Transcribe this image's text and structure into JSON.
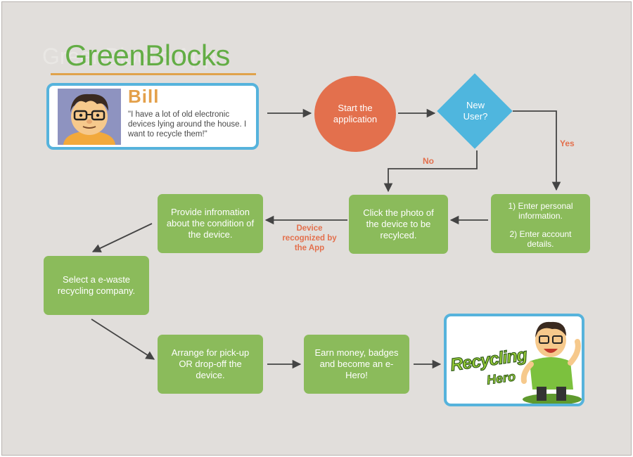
{
  "app": {
    "title": "GreenBlocks",
    "faded_title": "GreenBlocks App"
  },
  "persona": {
    "name": "Bill",
    "quote": "\"I have a lot of old electronic devices lying around the house. I want to recycle them!\"",
    "avatar_icon": "cartoon-man-avatar"
  },
  "nodes": {
    "start": "Start the application",
    "decision": "New User?",
    "enter_info_1": "1) Enter personal information.",
    "enter_info_2": "2) Enter account details.",
    "click_photo": "Click the photo of the device to be recylced.",
    "provide_info": "Provide infromation about the condition of the device.",
    "select_company": "Select a e-waste recycling company.",
    "arrange": "Arrange for pick-up OR drop-off the device.",
    "earn": "Earn money, badges and become an e-Hero!"
  },
  "edge_labels": {
    "yes": "Yes",
    "no": "No",
    "recognized": "Device recognized by the App"
  },
  "hero": {
    "line1": "Recycling",
    "line2": "Hero",
    "icon": "recycling-hero-mascot-icon"
  },
  "colors": {
    "background": "#e1dedb",
    "green_box": "#8bbb5b",
    "start_circle": "#e3704d",
    "decision_diamond": "#4fb6de",
    "card_border": "#56b3dc",
    "title": "#63ad45",
    "accent_orange": "#e3a04a",
    "label_red": "#e3704d"
  }
}
